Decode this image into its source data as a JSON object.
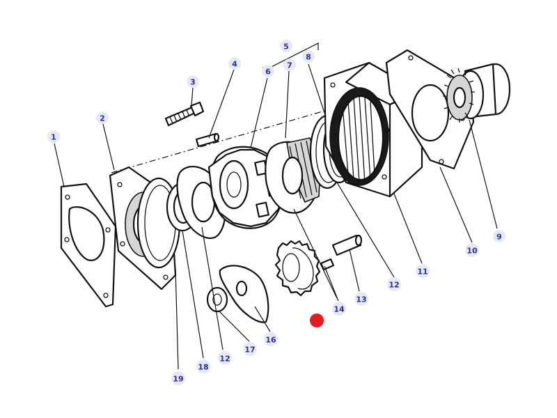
{
  "colors": {
    "callout_text": "#2b2f8f",
    "callout_bg": "#e6e8f5",
    "marker": "#e31b23",
    "line": "#111111"
  },
  "callouts": {
    "c1": "1",
    "c2": "2",
    "c3": "3",
    "c4": "4",
    "c5": "5",
    "c6": "6",
    "c7": "7",
    "c8": "8",
    "c9": "9",
    "c10": "10",
    "c11": "11",
    "c12a": "12",
    "c12b": "12",
    "c13": "13",
    "c14": "14",
    "c16": "16",
    "c17": "17",
    "c18": "18",
    "c19": "19"
  }
}
